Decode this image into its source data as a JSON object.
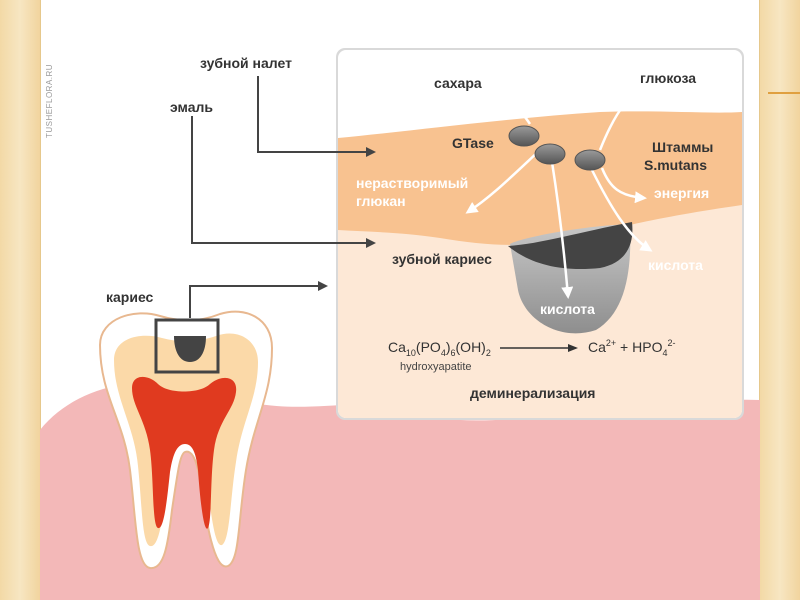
{
  "watermark": "TUSHEFLORA.RU",
  "labels": {
    "plaque": "зубной налет",
    "enamel": "эмаль",
    "caries_tooth": "кариес",
    "sugars": "сахара",
    "glucose": "глюкоза",
    "gtase": "GTase",
    "strains_line1": "Штаммы",
    "strains_line2": "S.mutans",
    "glucan_line1": "нерастворимый",
    "glucan_line2": "глюкан",
    "energy": "энергия",
    "caries_detail": "зубной кариес",
    "acid_right": "кислота",
    "acid_bottom": "кислота",
    "demineralization": "деминерализация"
  },
  "formula": {
    "ca": "Ca",
    "ca_sub": "10",
    "po4_open": "(PO",
    "po4_sub4": "4",
    "po4_close": ")",
    "po4_sub6": "6",
    "oh": "(OH)",
    "oh_sub": "2",
    "hydroxyapatite": "hydroxyapatite",
    "product_ca": "Ca",
    "product_ca_sup": "2+",
    "plus": " + HPO",
    "hpo_sub": "4",
    "hpo_sup": "2-"
  },
  "colors": {
    "plaque": "#f8c290",
    "enamel": "#fde8d6",
    "lesion": "#444444",
    "lesion_gradient": "#a8a8a8",
    "gum": "#f3b8b8",
    "pulp": "#e03a1f",
    "dentin": "#fbd9a8",
    "arrow": "#ffffff",
    "pointer": "#444444"
  }
}
